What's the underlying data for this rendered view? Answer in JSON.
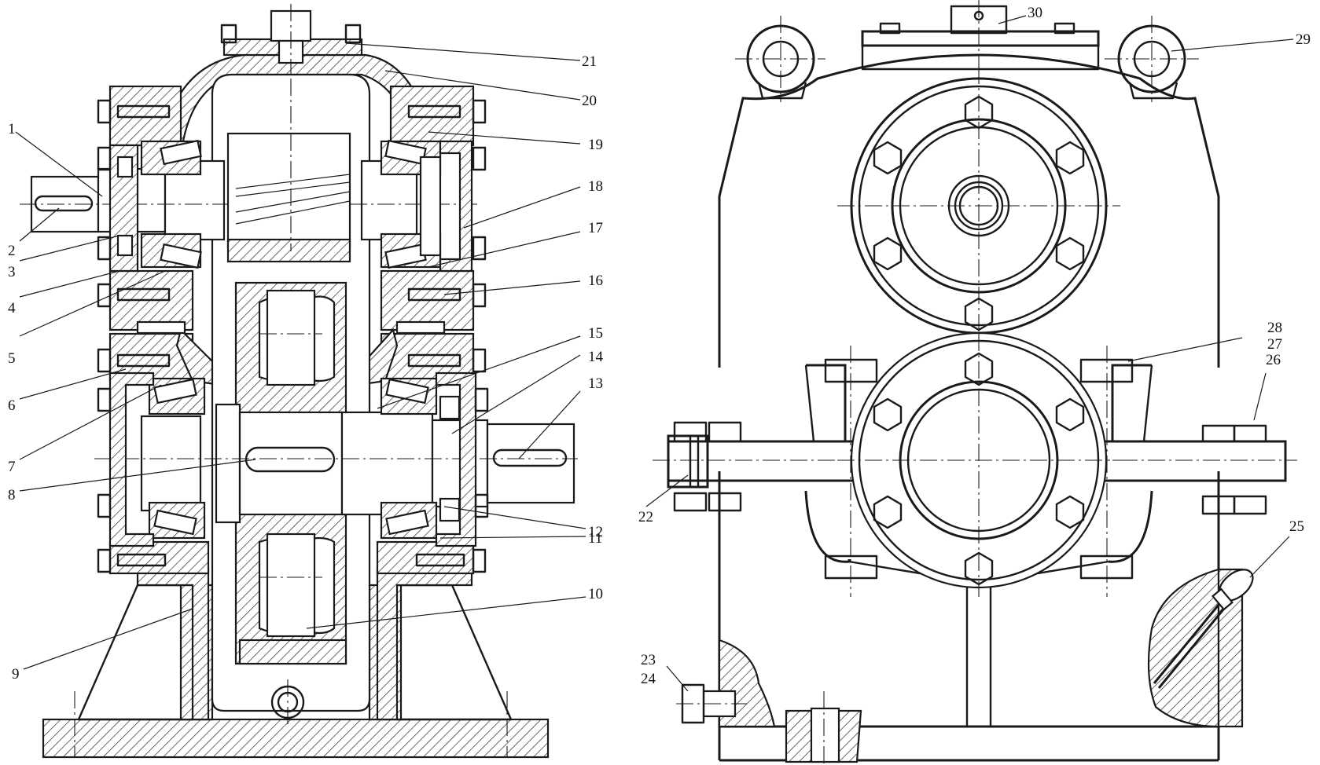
{
  "colors": {
    "ink": "#1a1a1a",
    "paper": "#ffffff"
  },
  "views": [
    {
      "id": "left-section-view"
    },
    {
      "id": "right-exterior-view"
    }
  ],
  "callouts": [
    {
      "num": "1"
    },
    {
      "num": "2"
    },
    {
      "num": "3"
    },
    {
      "num": "4"
    },
    {
      "num": "5"
    },
    {
      "num": "6"
    },
    {
      "num": "7"
    },
    {
      "num": "8"
    },
    {
      "num": "9"
    },
    {
      "num": "10"
    },
    {
      "num": "11"
    },
    {
      "num": "12"
    },
    {
      "num": "13"
    },
    {
      "num": "14"
    },
    {
      "num": "15"
    },
    {
      "num": "16"
    },
    {
      "num": "17"
    },
    {
      "num": "18"
    },
    {
      "num": "19"
    },
    {
      "num": "20"
    },
    {
      "num": "21"
    },
    {
      "num": "22"
    },
    {
      "num": "23"
    },
    {
      "num": "24"
    },
    {
      "num": "25"
    },
    {
      "num": "26"
    },
    {
      "num": "27"
    },
    {
      "num": "28"
    },
    {
      "num": "29"
    },
    {
      "num": "30"
    }
  ]
}
